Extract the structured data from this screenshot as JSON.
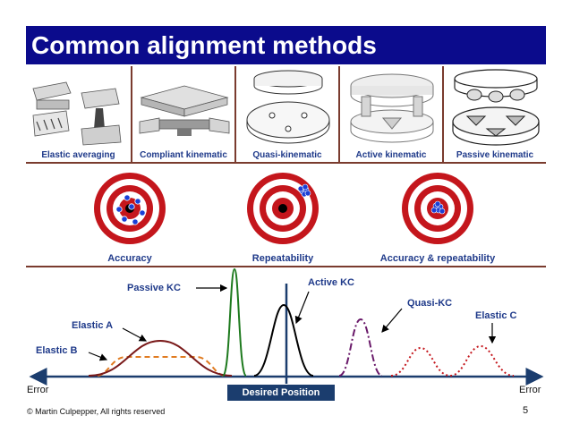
{
  "title": "Common alignment methods",
  "methods": [
    {
      "label": "Elastic averaging"
    },
    {
      "label": "Compliant kinematic"
    },
    {
      "label": "Quasi-kinematic"
    },
    {
      "label": "Active kinematic"
    },
    {
      "label": "Passive kinematic"
    }
  ],
  "targets": [
    {
      "label": "Accuracy"
    },
    {
      "label": "Repeatability"
    },
    {
      "label": "Accuracy & repeatability"
    }
  ],
  "curves": {
    "passive_kc": "Passive KC",
    "active_kc": "Active KC",
    "quasi_kc": "Quasi-KC",
    "elastic_a": "Elastic A",
    "elastic_b": "Elastic B",
    "elastic_c": "Elastic C"
  },
  "axis": {
    "left_label": "Error",
    "right_label": "Error",
    "center_label": "Desired Position"
  },
  "footer": {
    "copyright": "© Martin Culpepper, All rights reserved",
    "page_number": "5"
  },
  "colors": {
    "title_bg": "#0b0b8c",
    "label_blue": "#1f3a8a",
    "divider": "#7a3b2e",
    "target_red": "#c4161c",
    "dot_blue": "#1a3fd6",
    "elastic_a": "#7a1a1a",
    "elastic_b": "#e07b20",
    "passive": "#1e7a1e",
    "active": "#000000",
    "quasi": "#6a1a6a",
    "elastic_c": "#c4161c",
    "axis": "#1b3d6e"
  }
}
